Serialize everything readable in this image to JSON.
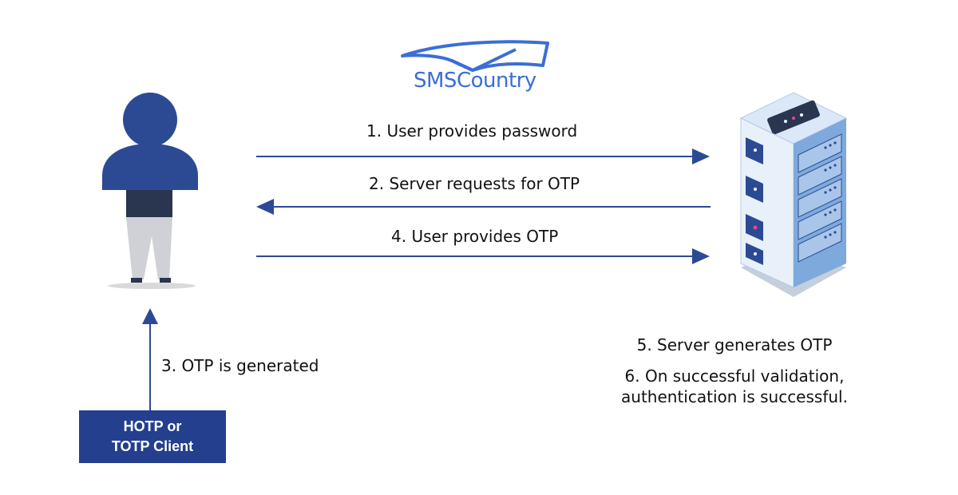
{
  "brand": {
    "logo_text": "SMSCountry",
    "logo_color": "#3b6ed6"
  },
  "colors": {
    "primary_blue": "#2c4a94",
    "dark_navy": "#233f8e",
    "shirt": "#2a3550",
    "pants": "#cfd1d6",
    "server_light": "#dbe8f7",
    "server_blue": "#7ea9dc"
  },
  "flows": [
    {
      "label": "1. User provides password",
      "direction": "right"
    },
    {
      "label": "2. Server requests for OTP",
      "direction": "left"
    },
    {
      "label": "4. User provides OTP",
      "direction": "right"
    }
  ],
  "otp_step": {
    "label": "3. OTP is generated"
  },
  "client": {
    "line1": "HOTP or",
    "line2": "TOTP Client"
  },
  "server_notes": {
    "note1": "5. Server generates OTP",
    "note2_line1": "6. On successful validation,",
    "note2_line2": "authentication is successful."
  },
  "icons": {
    "user": "user-icon",
    "server": "server-rack-icon"
  }
}
